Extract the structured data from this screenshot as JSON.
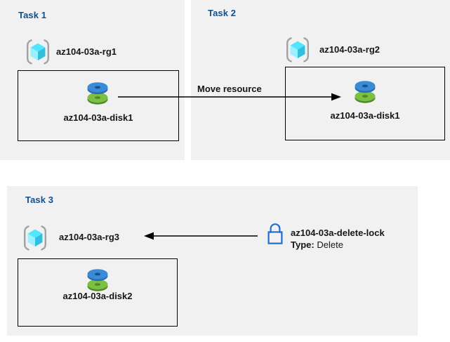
{
  "diagram": {
    "title": "Azure resource group tasks diagram",
    "background": "#ffffff",
    "panel_background": "#f1f1f1",
    "title_color": "#10508f",
    "text_color": "#161616",
    "line_color": "#000000",
    "lock_color": "#1f6fd0",
    "cube_color": "#50e6ff",
    "disk_blue": "#3a8ad8",
    "disk_green": "#6cb33f"
  },
  "tasks": [
    {
      "id": "task1",
      "title": "Task 1",
      "resource_group": {
        "icon": "resource-group-icon",
        "label": "az104-03a-rg1"
      },
      "resource": {
        "icon": "disk-icon",
        "label": "az104-03a-disk1"
      }
    },
    {
      "id": "task2",
      "title": "Task 2",
      "resource_group": {
        "icon": "resource-group-icon",
        "label": "az104-03a-rg2"
      },
      "resource": {
        "icon": "disk-icon",
        "label": "az104-03a-disk1"
      }
    },
    {
      "id": "task3",
      "title": "Task 3",
      "resource_group": {
        "icon": "resource-group-icon",
        "label": "az104-03a-rg3"
      },
      "resource": {
        "icon": "disk-icon",
        "label": "az104-03a-disk2"
      }
    }
  ],
  "connectors": [
    {
      "id": "move-resource",
      "label": "Move resource",
      "direction": "right",
      "from": "task1-disk",
      "to": "task2-disk"
    },
    {
      "id": "delete-lock-link",
      "label": "",
      "direction": "left",
      "from": "delete-lock",
      "to": "task3-resource-group"
    }
  ],
  "lock": {
    "icon": "lock-icon",
    "name": "az104-03a-delete-lock",
    "type_key": "Type:",
    "type_value": "Delete"
  }
}
